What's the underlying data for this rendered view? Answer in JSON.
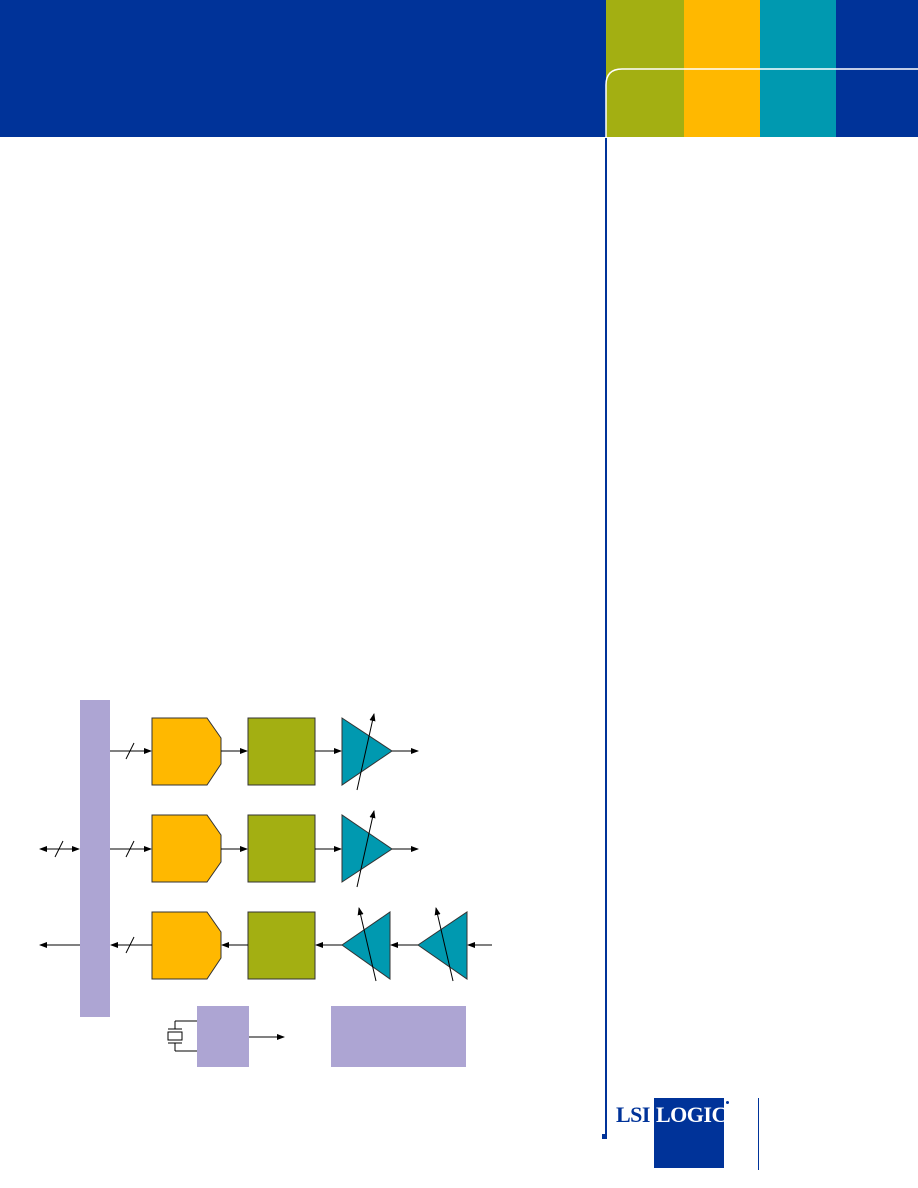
{
  "brand": {
    "logo_left": "LSI",
    "logo_right": "LOGIC",
    "primary": "#003399",
    "swatches": [
      "#A3AF12",
      "#FFB800",
      "#0099B0",
      "#003399"
    ]
  },
  "diagram": {
    "colors": {
      "bus": "#ADA5D3",
      "converter": "#FFB800",
      "filter": "#A3AF12",
      "amplifier": "#0099B0",
      "line": "#000000"
    },
    "chains": [
      {
        "direction": "transmit",
        "stages": [
          "converter",
          "filter",
          "amplifier"
        ]
      },
      {
        "direction": "transmit",
        "stages": [
          "converter",
          "filter",
          "amplifier"
        ]
      },
      {
        "direction": "receive",
        "stages": [
          "converter",
          "filter",
          "amplifier",
          "amplifier"
        ]
      }
    ],
    "oscillator_icon": "crystal-icon"
  }
}
